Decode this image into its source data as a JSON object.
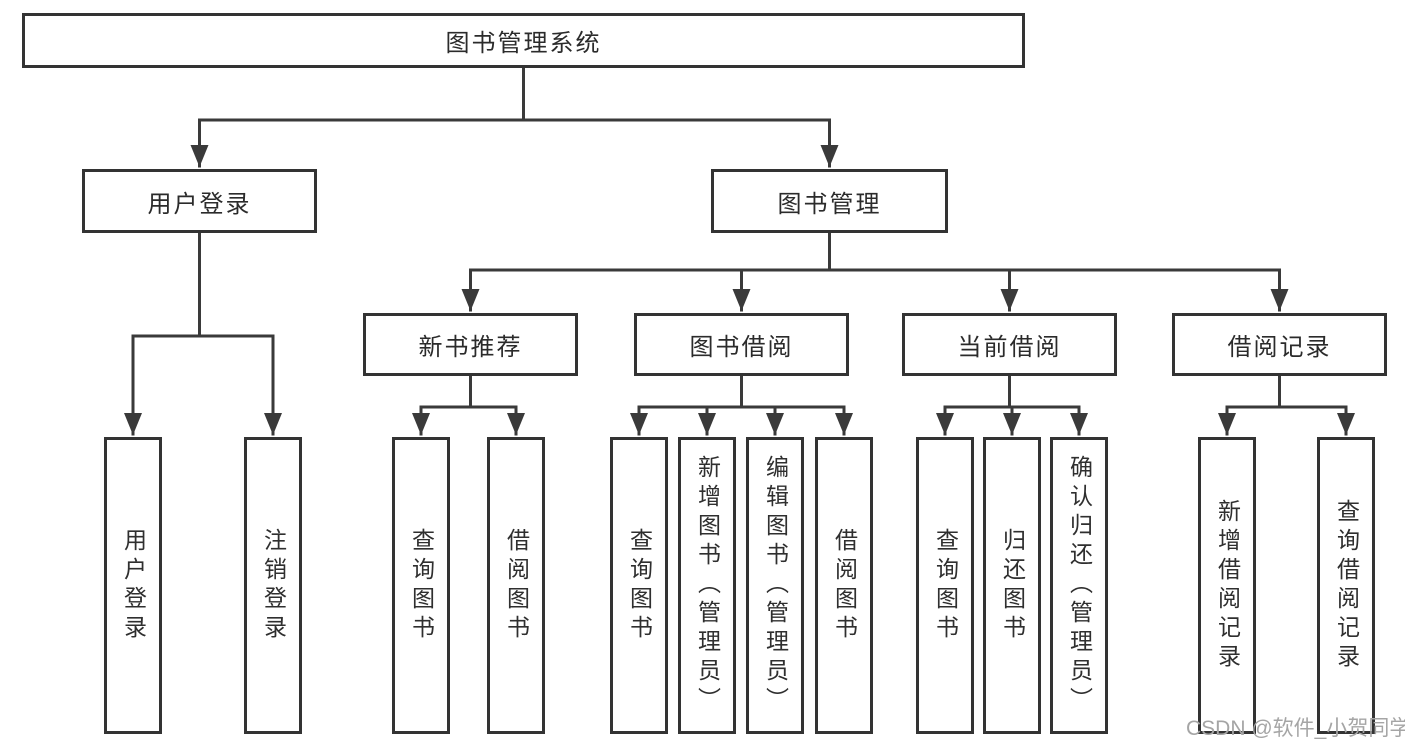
{
  "diagram": {
    "watermark": "CSDN @软件_小贺同学",
    "nodes": {
      "root": "图书管理系统",
      "user_login": "用户登录",
      "book_management": "图书管理",
      "new_book_recommend": "新书推荐",
      "book_borrow": "图书借阅",
      "current_borrow": "当前借阅",
      "borrow_records": "借阅记录",
      "leaf_user_login": "用户登录",
      "leaf_logout": "注销登录",
      "nb_query_books": "查询图书",
      "nb_borrow_books": "借阅图书",
      "bb_query_books": "查询图书",
      "bb_add_books": "新增图书（管理员）",
      "bb_edit_books": "编辑图书（管理员）",
      "bb_borrow_books": "借阅图书",
      "cb_query_books": "查询图书",
      "cb_return_books": "归还图书",
      "cb_confirm_return": "确认归还（管理员）",
      "br_add_record": "新增借阅记录",
      "br_query_record": "查询借阅记录"
    },
    "colors": {
      "background": "#ffffff",
      "box_border": "#333333",
      "connector": "#3a3a3a",
      "text": "#2b2b2b",
      "watermark": "#a5a5a5"
    }
  }
}
